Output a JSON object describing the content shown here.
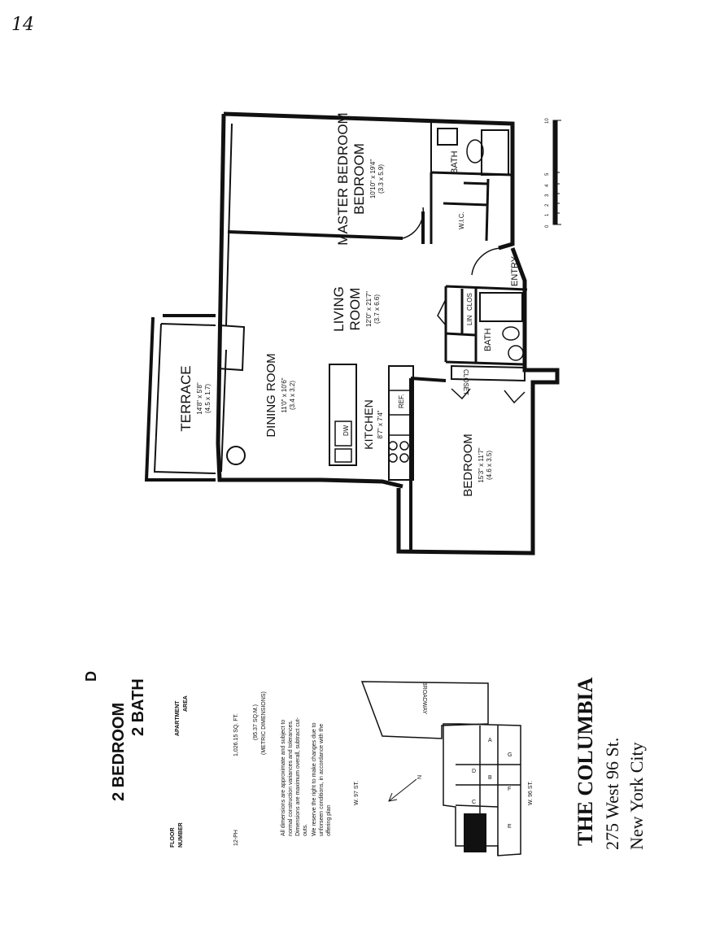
{
  "page_number": "14",
  "rooms": {
    "master_bedroom": {
      "name": "MASTER\nBEDROOM",
      "dims": "10'10\" x 19'4\"",
      "metric": "(3.3 x 5.9)"
    },
    "master_bath": {
      "name": "BATH"
    },
    "wic": {
      "name": "W.I.C."
    },
    "living_room": {
      "name": "LIVING\nROOM",
      "dims": "12'0\" x 21'7\"",
      "metric": "(3.7 x 6.6)"
    },
    "entry": {
      "name": "ENTRY"
    },
    "clos": {
      "name": "CLOS"
    },
    "lin": {
      "name": "LIN"
    },
    "bath": {
      "name": "BATH"
    },
    "closet": {
      "name": "CLOSET"
    },
    "terrace": {
      "name": "TERRACE",
      "dims": "14'8\" x 5'8\"",
      "metric": "(4.5 x 1.7)"
    },
    "dining_room": {
      "name": "DINING ROOM",
      "dims": "11'0\" x 10'6\"",
      "metric": "(3.4 x 3.2)"
    },
    "kitchen": {
      "name": "KITCHEN",
      "dims": "8'7\" x 7'4\""
    },
    "dw": {
      "name": "DW"
    },
    "ref": {
      "name": "REF."
    },
    "bedroom": {
      "name": "BEDROOM",
      "dims": "15'3\" x 11'7\"",
      "metric": "(4.6 x 3.5)"
    }
  },
  "scale": {
    "ticks": [
      "0",
      "1",
      "2",
      "3",
      "4",
      "5",
      "10"
    ]
  },
  "info": {
    "unit_letter": "D",
    "type_line1": "2 BEDROOM",
    "type_line2": "2 BATH",
    "floor_label": "FLOOR\nNUMBER",
    "floor_value": "12-PH",
    "area_label": "APARTMENT\nAREA",
    "area_value": "1,026.15  SQ. FT.",
    "metric_value": "(95.37 SQ.M.)",
    "metric_label": "(METRIC DIMENSIONS)",
    "disclaimer_lines": [
      "All dimensions are approximate and subject to",
      "normal construction variances and tolerances.",
      "Dimensions are maximum overall, subtract cut-",
      "outs.",
      "We reserve the right to make changes due to",
      "unforseen conditions, in accordance with the",
      "offering plan"
    ]
  },
  "key_plan": {
    "street_top": "W. 97 ST.",
    "street_bottom": "W. 96 ST.",
    "street_side": "BROADWAY",
    "north": "N",
    "unit_letters": [
      "C",
      "B",
      "A",
      "G",
      "E",
      "F",
      "D"
    ]
  },
  "building": {
    "name": "THE COLUMBIA",
    "address": "275 West 96 St.",
    "city": "New York City"
  }
}
